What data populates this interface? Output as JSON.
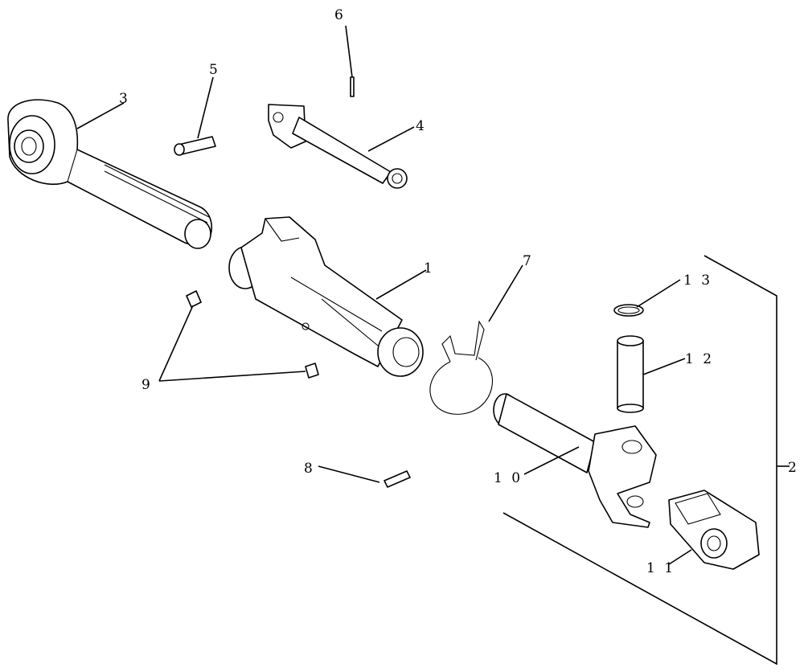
{
  "labels": {
    "l1": "1",
    "l2": "2",
    "l3": "3",
    "l4": "4",
    "l5": "5",
    "l6": "6",
    "l7": "7",
    "l8": "8",
    "l9": "9",
    "l10": "1 0",
    "l11": "1 1",
    "l12": "1 2",
    "l13": "1 3"
  }
}
